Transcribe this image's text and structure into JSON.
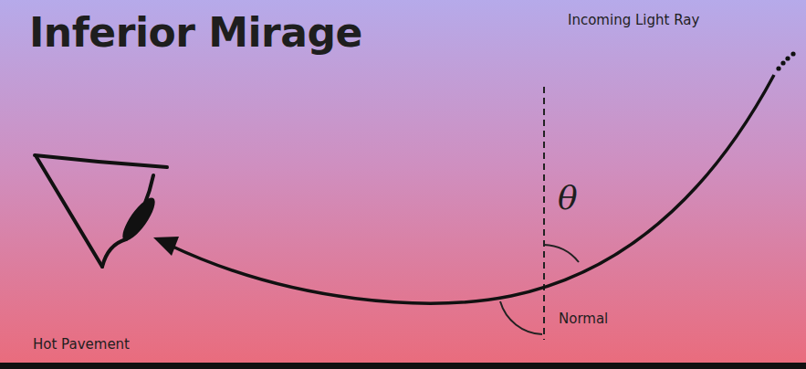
{
  "diagram": {
    "title": "Inferior Mirage",
    "labels": [
      "Incoming Light Ray",
      "θ",
      "Normal",
      "Hot Pavement"
    ]
  }
}
